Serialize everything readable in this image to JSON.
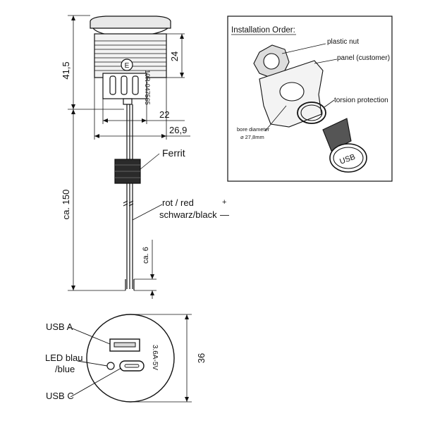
{
  "dimensions": {
    "total_height": "41,5",
    "top_height": "24",
    "inner_width": "22",
    "outer_width": "26,9",
    "cable_length": "ca. 150",
    "stripped_end": "ca. 6",
    "front_diameter": "36"
  },
  "product_code": "10R-047565",
  "approval_mark": "E",
  "labels": {
    "ferrit": "Ferrit",
    "wire_red": "rot / red",
    "wire_black": "schwarz/black",
    "plus": "+",
    "minus": "—"
  },
  "front_view": {
    "usb_a": "USB A",
    "led_line1": "LED blau",
    "led_line2": "/blue",
    "usb_c": "USB C",
    "rating": "3.6A-5V"
  },
  "installation": {
    "title": "Installation Order:",
    "plastic_nut": "plastic nut",
    "panel": "panel (customer)",
    "torsion": "torsion protection",
    "bore_line1": "bore diameter",
    "bore_line2": "⌀ 27,8mm",
    "usb_text": "USB"
  }
}
